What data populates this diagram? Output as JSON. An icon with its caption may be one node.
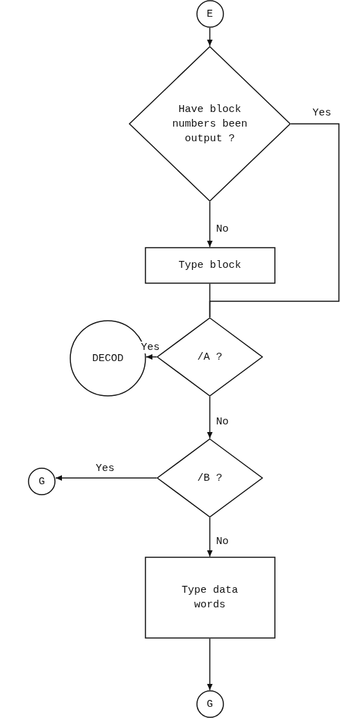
{
  "diagram": {
    "nodes": [
      {
        "text": [
          "E"
        ]
      },
      {
        "text": [
          "Have block numbers been output ?"
        ]
      },
      {
        "text": [
          "Type block"
        ]
      },
      {
        "text": [
          "/A ?"
        ]
      },
      {
        "text": [
          "DECOD"
        ]
      },
      {
        "text": [
          "/B ?"
        ]
      },
      {
        "text": [
          "G"
        ]
      },
      {
        "text": [
          "Type data words"
        ]
      },
      {
        "text": [
          "G"
        ]
      }
    ],
    "edges": [
      {
        "from": 0,
        "to": 1,
        "arrow": "to"
      },
      {
        "from": 1,
        "to": 2,
        "label": "No",
        "arrow": "to"
      },
      {
        "from": 1,
        "to": 3,
        "label": "Yes",
        "arrow": "none"
      },
      {
        "from": 2,
        "to": 3,
        "arrow": "none"
      },
      {
        "from": 3,
        "to": 4,
        "label": "Yes",
        "arrow": "to"
      },
      {
        "from": 3,
        "to": 5,
        "label": "No",
        "arrow": "to"
      },
      {
        "from": 5,
        "to": 6,
        "label": "Yes",
        "arrow": "to"
      },
      {
        "from": 5,
        "to": 7,
        "label": "No",
        "arrow": "to"
      },
      {
        "from": 7,
        "to": 8,
        "arrow": "to"
      }
    ]
  }
}
